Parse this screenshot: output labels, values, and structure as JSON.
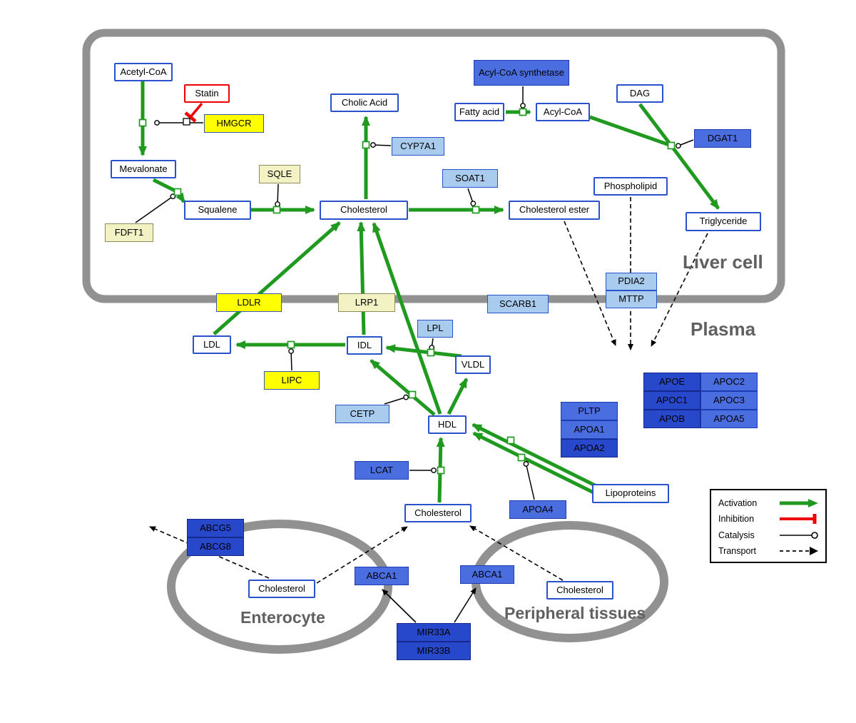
{
  "compartments": {
    "liver": "Liver cell",
    "plasma": "Plasma",
    "enterocyte": "Enterocyte",
    "peripheral": "Peripheral tissues"
  },
  "legend": {
    "activation": "Activation",
    "inhibition": "Inhibition",
    "catalysis": "Catalysis",
    "transport": "Transport"
  },
  "colors": {
    "activation_green": "#1f9a1f",
    "inhibition_red": "#ee0000",
    "metabolite_border_blue": "#2a52cc",
    "gene_medium_blue": "#4a6ee0",
    "gene_dark_blue": "#2848cc",
    "gene_light_blue": "#a9ccee",
    "gene_yellow": "#ffff00",
    "gene_pale_yellow": "#f2f2c4",
    "membrane_gray": "#919191"
  },
  "nodes": {
    "acetyl_coa": "Acetyl-CoA",
    "statin": "Statin",
    "hmgcr": "HMGCR",
    "mevalonate": "Mevalonate",
    "cholic_acid": "Cholic Acid",
    "cyp7a1": "CYP7A1",
    "acyl_coa_synthetase": "Acyl-CoA synthetase",
    "fatty_acid": "Fatty acid",
    "acyl_coa": "Acyl-CoA",
    "dag": "DAG",
    "dgat1": "DGAT1",
    "sqle": "SQLE",
    "squalene": "Squalene",
    "fdft1": "FDFT1",
    "cholesterol_liver": "Cholesterol",
    "soat1": "SOAT1",
    "cholesterol_ester": "Cholesterol ester",
    "phospholipid": "Phospholipid",
    "triglyceride": "Triglyceride",
    "pdia2": "PDIA2",
    "mttp": "MTTP",
    "ldlr": "LDLR",
    "lrp1": "LRP1",
    "scarb1": "SCARB1",
    "ldl": "LDL",
    "idl": "IDL",
    "lpl": "LPL",
    "vldl": "VLDL",
    "lipc": "LIPC",
    "cetp": "CETP",
    "hdl": "HDL",
    "pltp": "PLTP",
    "apoa1": "APOA1",
    "apoa2": "APOA2",
    "apoe": "APOE",
    "apoc2": "APOC2",
    "apoc1": "APOC1",
    "apoc3": "APOC3",
    "apob": "APOB",
    "apoa5": "APOA5",
    "lcat": "LCAT",
    "apoa4": "APOA4",
    "lipoproteins": "Lipoproteins",
    "cholesterol_plasma": "Cholesterol",
    "abcg5": "ABCG5",
    "abcg8": "ABCG8",
    "cholesterol_enterocyte": "Cholesterol",
    "abca1_enterocyte": "ABCA1",
    "abca1_peripheral": "ABCA1",
    "cholesterol_peripheral": "Cholesterol",
    "mir33a": "MIR33A",
    "mir33b": "MIR33B"
  }
}
